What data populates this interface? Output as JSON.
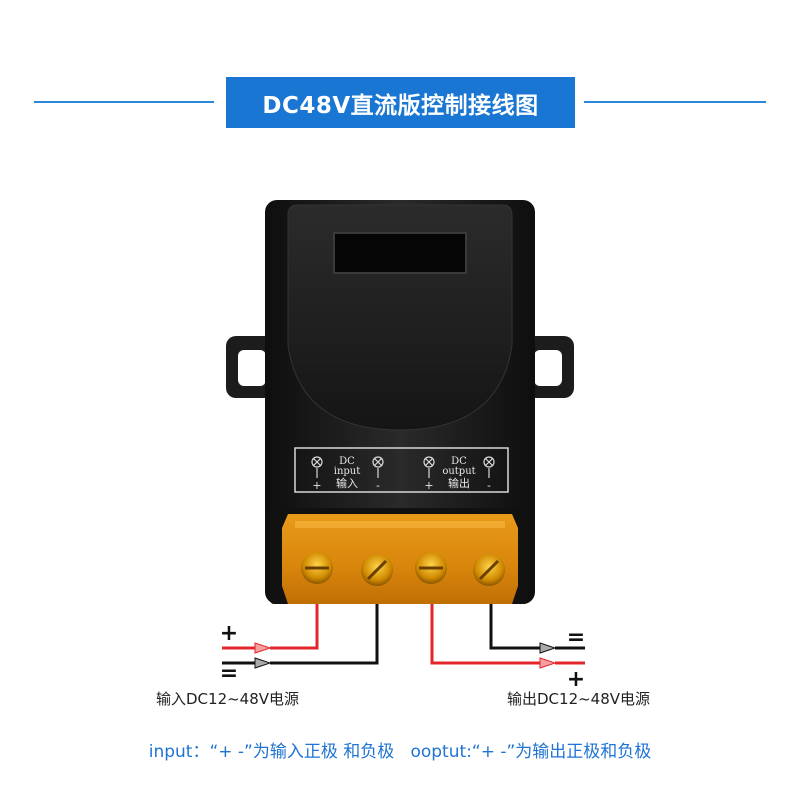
{
  "title": "DC48V直流版控制接线图",
  "panel": {
    "input_dc": "DC",
    "input_en": "input",
    "input_cn": "输入",
    "output_dc": "DC",
    "output_en": "output",
    "output_cn": "输出",
    "plus": "+",
    "minus": "-"
  },
  "wires": {
    "left_plus": "+",
    "left_minus": "=",
    "right_minus": "=",
    "right_plus": "+"
  },
  "captions": {
    "left": "输入DC12~48V电源",
    "right": "输出DC12~48V电源"
  },
  "footer": "input：“+ -”为输入正极 和负极   ooptut:“+ -”为输出正极和负极",
  "colors": {
    "accent": "#1976d2",
    "wire_red": "#e3262b",
    "wire_black": "#111111",
    "terminal_amber": "#e8900f",
    "device_body": "#1a1a1a"
  }
}
